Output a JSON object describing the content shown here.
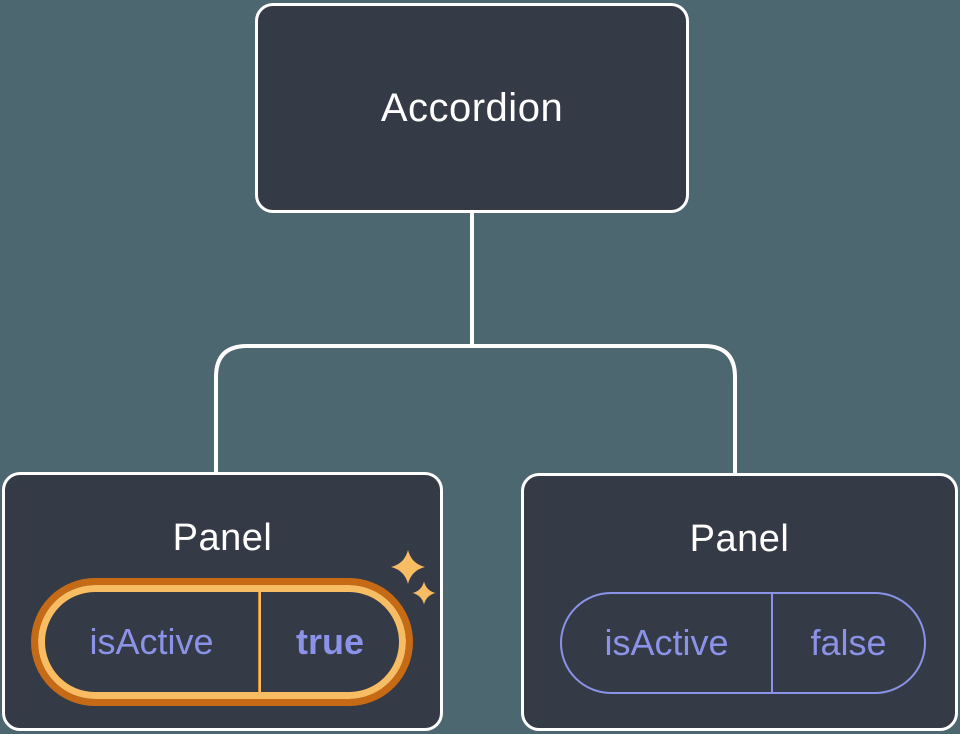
{
  "colors": {
    "background": "#4C6770",
    "card": "#343A46",
    "line": "#FFFFFF",
    "title_text": "#FFFFFF",
    "purple": "#8B92E8",
    "orange_dark": "#C76A15",
    "orange_light": "#F8BC63"
  },
  "diagram": {
    "type": "component-tree",
    "root": {
      "label": "Accordion"
    },
    "panels": [
      {
        "label": "Panel",
        "prop_name": "isActive",
        "prop_value": "true",
        "highlighted": true,
        "icon": "sparkles-icon"
      },
      {
        "label": "Panel",
        "prop_name": "isActive",
        "prop_value": "false",
        "highlighted": false
      }
    ]
  }
}
